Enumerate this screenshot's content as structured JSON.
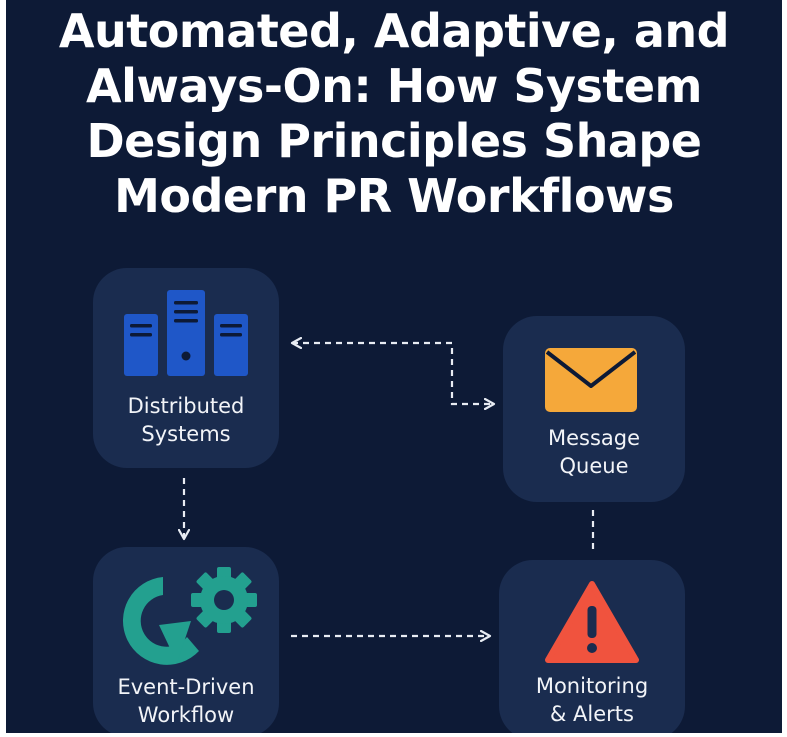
{
  "title_lines": [
    "Automated, Adaptive, and",
    "Always-On: How System",
    "Design Principles Shape",
    "Modern PR Workflows"
  ],
  "nodes": {
    "distributed": {
      "line1": "Distributed",
      "line2": "Systems",
      "icon": "server-icon"
    },
    "queue": {
      "line1": "Message",
      "line2": "Queue",
      "icon": "envelope-icon"
    },
    "event": {
      "line1": "Event-Driven",
      "line2": "Workflow",
      "icon": "refresh-gear-icon"
    },
    "monitor": {
      "line1": "Monitoring",
      "line2": "& Alerts",
      "icon": "warning-icon"
    }
  },
  "colors": {
    "background": "#0d1a36",
    "node": "#1a2c4f",
    "server": "#1f57c8",
    "envelope": "#f5a83a",
    "teal": "#23a08f",
    "alert": "#f0533e",
    "connector": "#e8ecf3"
  }
}
